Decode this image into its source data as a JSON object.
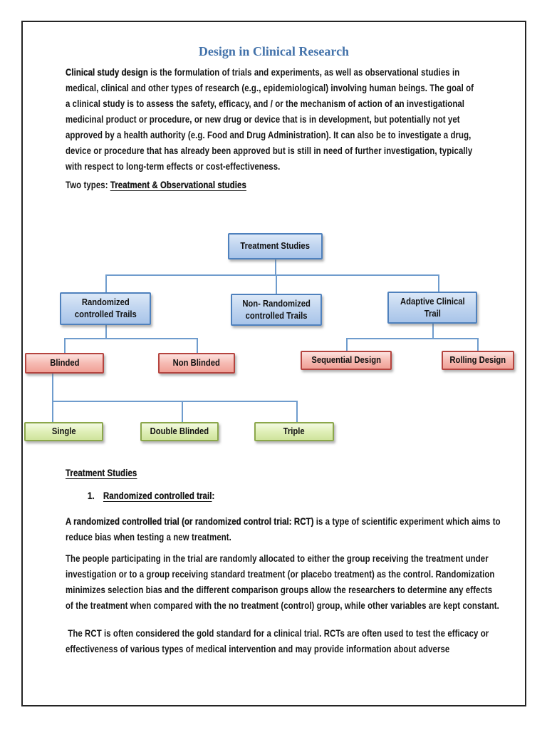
{
  "document": {
    "title": "Design in Clinical Research",
    "intro_lead": "Clinical study design",
    "intro_rest": " is the formulation of trials and experiments, as well as observational studies in medical, clinical and other types of research (e.g., epidemiological) involving human beings. The goal of a clinical study is to assess the safety, efficacy, and / or the mechanism of action of an investigational medicinal product or procedure, or new drug or device that is in development, but potentially not yet approved by a health authority (e.g. Food and Drug Administration). It can also be to investigate a drug, device or procedure that has already been approved but is still in need of further investigation, typically with respect to long-term effects or cost-effectiveness.",
    "two_types_prefix": "Two types: ",
    "two_types_emph": "Treatment & Observational studies",
    "section_heading": "Treatment Studies",
    "list_number": "1.",
    "list_title": "Randomized controlled trail",
    "list_colon": ":",
    "rct_lead": "A randomized controlled trial (or randomized control trial: RCT)",
    "rct_rest": " is a type of scientific experiment which aims to reduce bias when testing a new treatment.",
    "rct_para2": "The people participating in the trial are randomly allocated to either the group receiving the treatment under investigation or to a group receiving standard treatment (or placebo treatment) as the control. Randomization minimizes selection bias and the different comparison groups allow the researchers to determine any effects of the treatment when compared with the no treatment (control) group, while other variables are kept constant.",
    "rct_para3": " The RCT is often considered the gold standard for a clinical trial. RCTs are often used to test the efficacy or effectiveness of various types of medical intervention and may provide information about adverse"
  },
  "diagram": {
    "treatment_studies": "Treatment Studies",
    "randomized": "Randomized\ncontrolled Trails",
    "non_randomized": "Non- Randomized\ncontrolled Trails",
    "adaptive": "Adaptive Clinical\nTrail",
    "blinded": "Blinded",
    "non_blinded": "Non Blinded",
    "sequential": "Sequential Design",
    "rolling": "Rolling Design",
    "single": "Single",
    "double_blinded": "Double Blinded",
    "triple": "Triple"
  },
  "colors": {
    "title_text": "#4372aa",
    "body_text": "#151515",
    "connector": "#6f9ccd",
    "blue_node_border": "#4f81bd",
    "blue_node_fill": "#b7cdec",
    "pink_node_border": "#b5443f",
    "pink_node_fill": "#f5b5ad",
    "green_node_border": "#8ba74b",
    "green_node_fill": "#daebae",
    "page_border": "#242424"
  }
}
